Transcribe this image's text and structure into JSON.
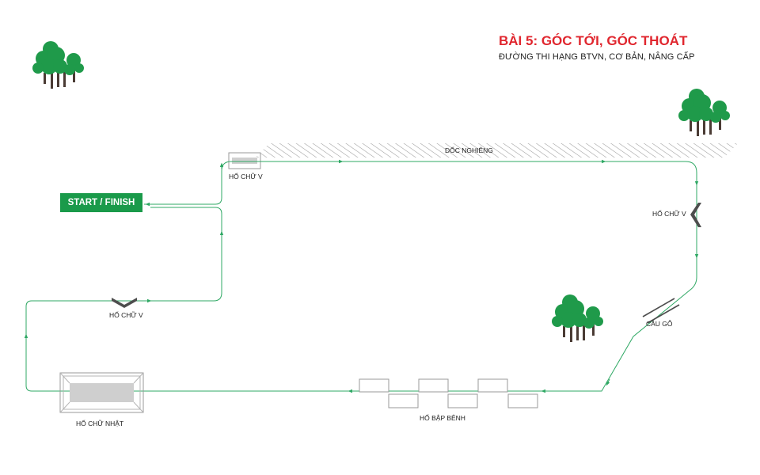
{
  "header": {
    "title": "BÀI 5: GÓC TỚI, GÓC THOÁT",
    "subtitle": "ĐƯỜNG THI HẠNG BTVN, CƠ BẢN, NÂNG CẤP"
  },
  "start_finish": {
    "label": "START / FINISH"
  },
  "obstacles": {
    "v_trench_top": "HỐ CHỮ V",
    "slope": "DỐC NGHIÊNG",
    "v_trench_right": "HỐ CHỮ V",
    "wood_bridge": "CẦU GỖ",
    "seesaw": "HỐ BẬP BÊNH",
    "rect_trench": "HỐ CHỮ NHẬT",
    "v_trench_left": "HỐ CHỮ V"
  },
  "colors": {
    "route": "#2fa864",
    "tree": "#1f9a4a",
    "trunk": "#4a3b34",
    "title": "#e0262e",
    "badge": "#1a9a4a",
    "obstacle_dark": "#4d4d4d",
    "obstacle_fill": "#cfcfcf"
  },
  "icons": [
    "tree-cluster-icon",
    "direction-arrow-icon",
    "v-trench-icon"
  ]
}
